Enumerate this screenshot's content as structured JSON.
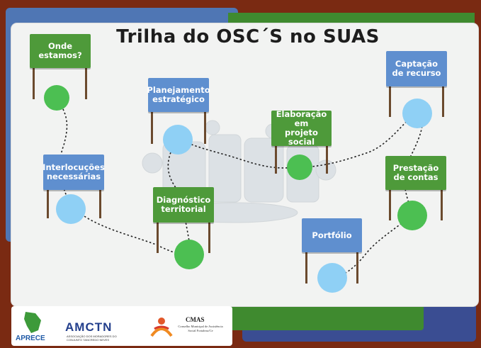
{
  "title": "Trilha do OSC´S no SUAS",
  "signs": {
    "onde": "Onde\nestamos?",
    "planejamento": "Planejamento\nestratégico",
    "interlocucoes": "Interlocuções\nnecessárias",
    "diagnostico": "Diagnóstico\nterritorial",
    "elaboracao": "Elaboração em\nprojeto social",
    "portfolio": "Portfólio",
    "captacao": "Captação\nde recurso",
    "prestacao": "Prestação\nde contas"
  },
  "logos": {
    "aprece": "APRECE",
    "amctn": "AMCTN",
    "amctn_sub": "ASSOCIAÇÃO DOS MORADORES DO CONJUNTO TANCREDO NEVES",
    "cmas": "CMAS",
    "cmas_sub": "Conselho Municipal de Assistência Social Fortaleza/Ce"
  },
  "colors": {
    "green_sign": "#4e9a3a",
    "blue_sign": "#5f8fcf",
    "green_dot": "#4cbf52",
    "blue_dot": "#8fd0f5"
  }
}
